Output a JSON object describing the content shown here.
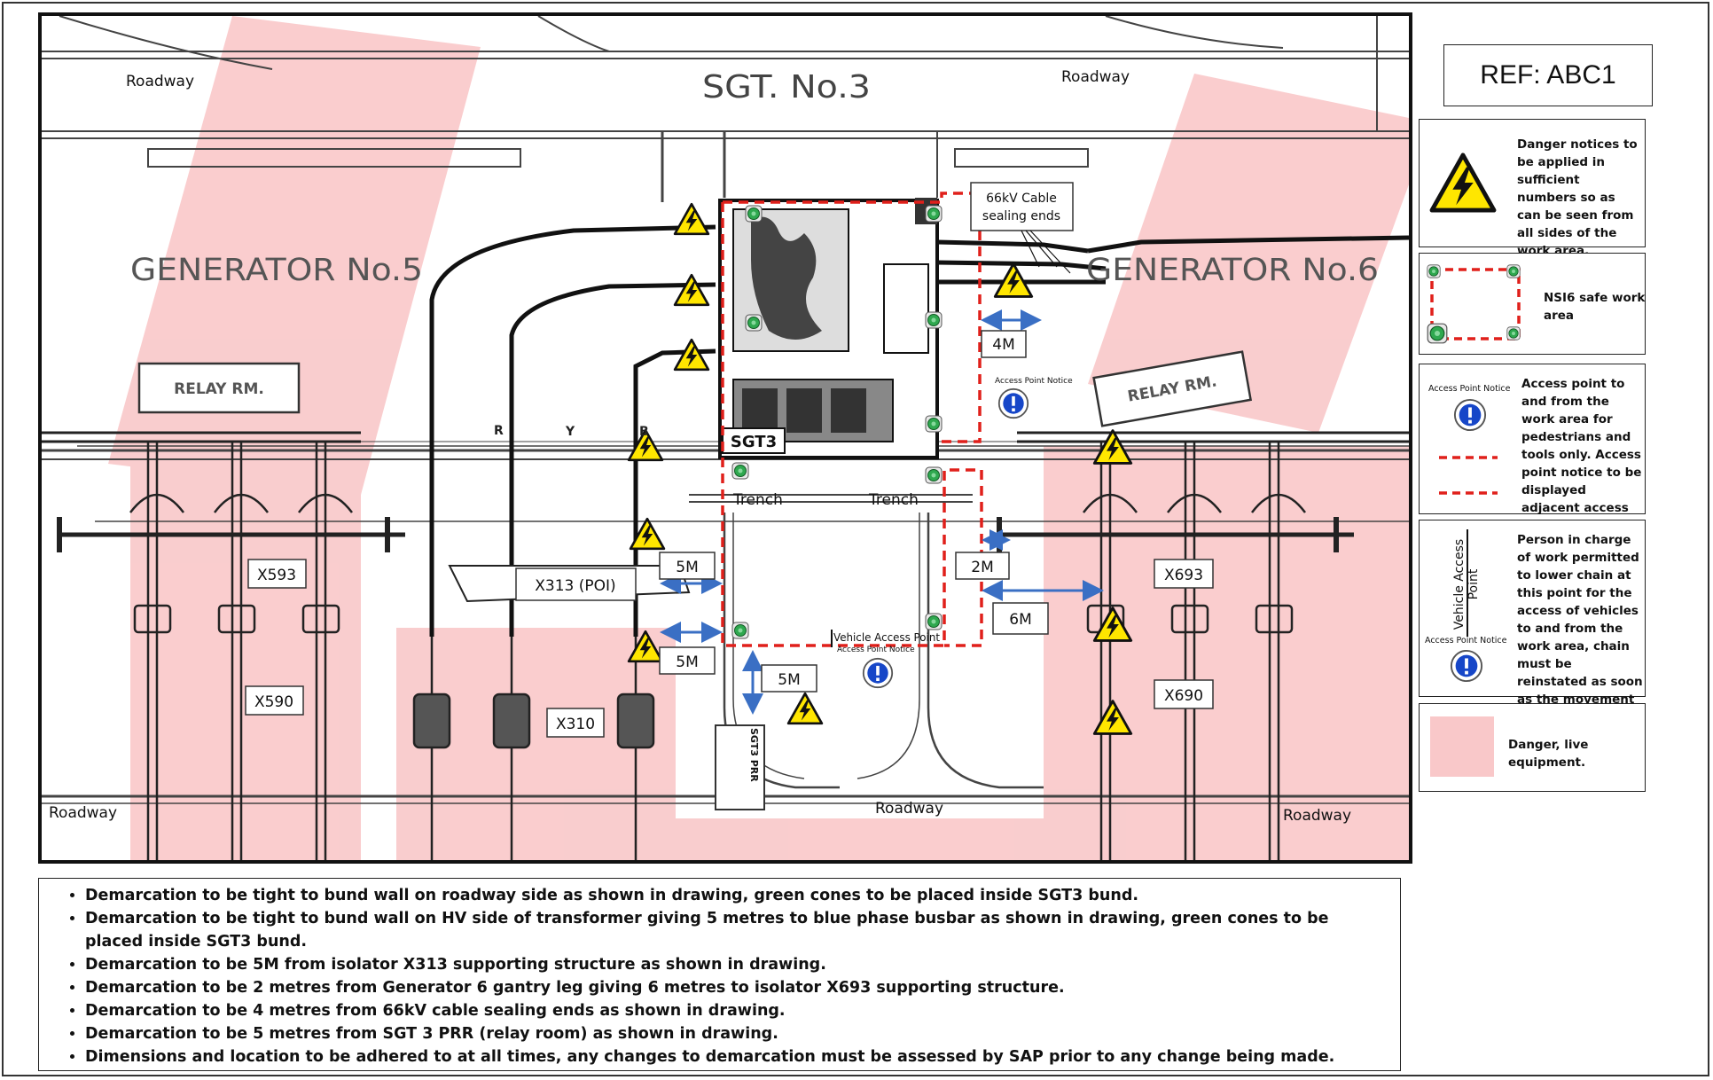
{
  "diagram": {
    "title_sgt": "SGT. No.3",
    "gen5": "GENERATOR No.5",
    "gen6": "GENERATOR No.6",
    "relay_left": "RELAY RM.",
    "relay_right": "RELAY RM.",
    "roadway_tl": "Roadway",
    "roadway_tr": "Roadway",
    "roadway_bl": "Roadway",
    "roadway_bc": "Roadway",
    "roadway_br": "Roadway",
    "trench_left": "Trench",
    "trench_right": "Trench",
    "sgt3_tag": "SGT3",
    "sgt3prr": "SGT3 PRR",
    "phase_r": "R",
    "phase_y": "Y",
    "phase_b": "B",
    "cable_callout_line1": "66kV Cable",
    "cable_callout_line2": "sealing ends",
    "access_notice": "Access Point Notice",
    "vehicle_access": "Vehicle Access Point",
    "isolators": {
      "x593": "X593",
      "x590": "X590",
      "x313": "X313 (POI)",
      "x310": "X310",
      "x693": "X693",
      "x690": "X690"
    },
    "dims": {
      "d4m": "4M",
      "d5m_a": "5M",
      "d5m_b": "5M",
      "d5m_c": "5M",
      "d2m": "2M",
      "d6m": "6M"
    }
  },
  "ref": "REF: ABC1",
  "legend": {
    "danger_notice": "Danger notices to be applied in sufficient numbers so as can be seen from all sides of the work area.",
    "safe_area": "NSI6 safe work area",
    "access_label": "Access Point Notice",
    "access_text": "Access point to and from the work area for pedestrians and tools only.  Access point notice to be displayed adjacent access point at all times.",
    "vehicle_vertical": "Vehicle Access Point",
    "vehicle_access_label": "Access Point Notice",
    "vehicle_text": "Person in charge of work permitted to lower chain at this point for the access of vehicles to and from the work area, chain must be reinstated as soon as the movement of vehicles is complete.",
    "live_text": "Danger, live equipment."
  },
  "colors": {
    "danger_zone": "#f9c8c9",
    "demarcation": "#e0201b",
    "cone": "#2fa84f",
    "access_blue": "#1646c8",
    "warning_yellow": "#ffe600",
    "dimension_arrow": "#3a6fc4"
  },
  "notes": [
    "Demarcation to be tight to bund wall on roadway side as shown in drawing, green cones to be placed inside SGT3 bund.",
    "Demarcation to be tight to bund wall on HV side of transformer giving 5 metres to blue phase busbar as shown in drawing, green cones to be placed inside SGT3 bund.",
    "Demarcation to be 5M from isolator X313 supporting structure as shown in drawing.",
    "Demarcation to be 2 metres from Generator 6 gantry leg giving 6 metres to isolator X693 supporting structure.",
    "Demarcation to be 4 metres from 66kV cable sealing ends as shown in drawing.",
    "Demarcation to be 5 metres from SGT 3 PRR (relay room) as shown in drawing.",
    "Dimensions and location to be adhered to at all times, any changes to demarcation must be assessed by SAP prior to any change being made."
  ]
}
